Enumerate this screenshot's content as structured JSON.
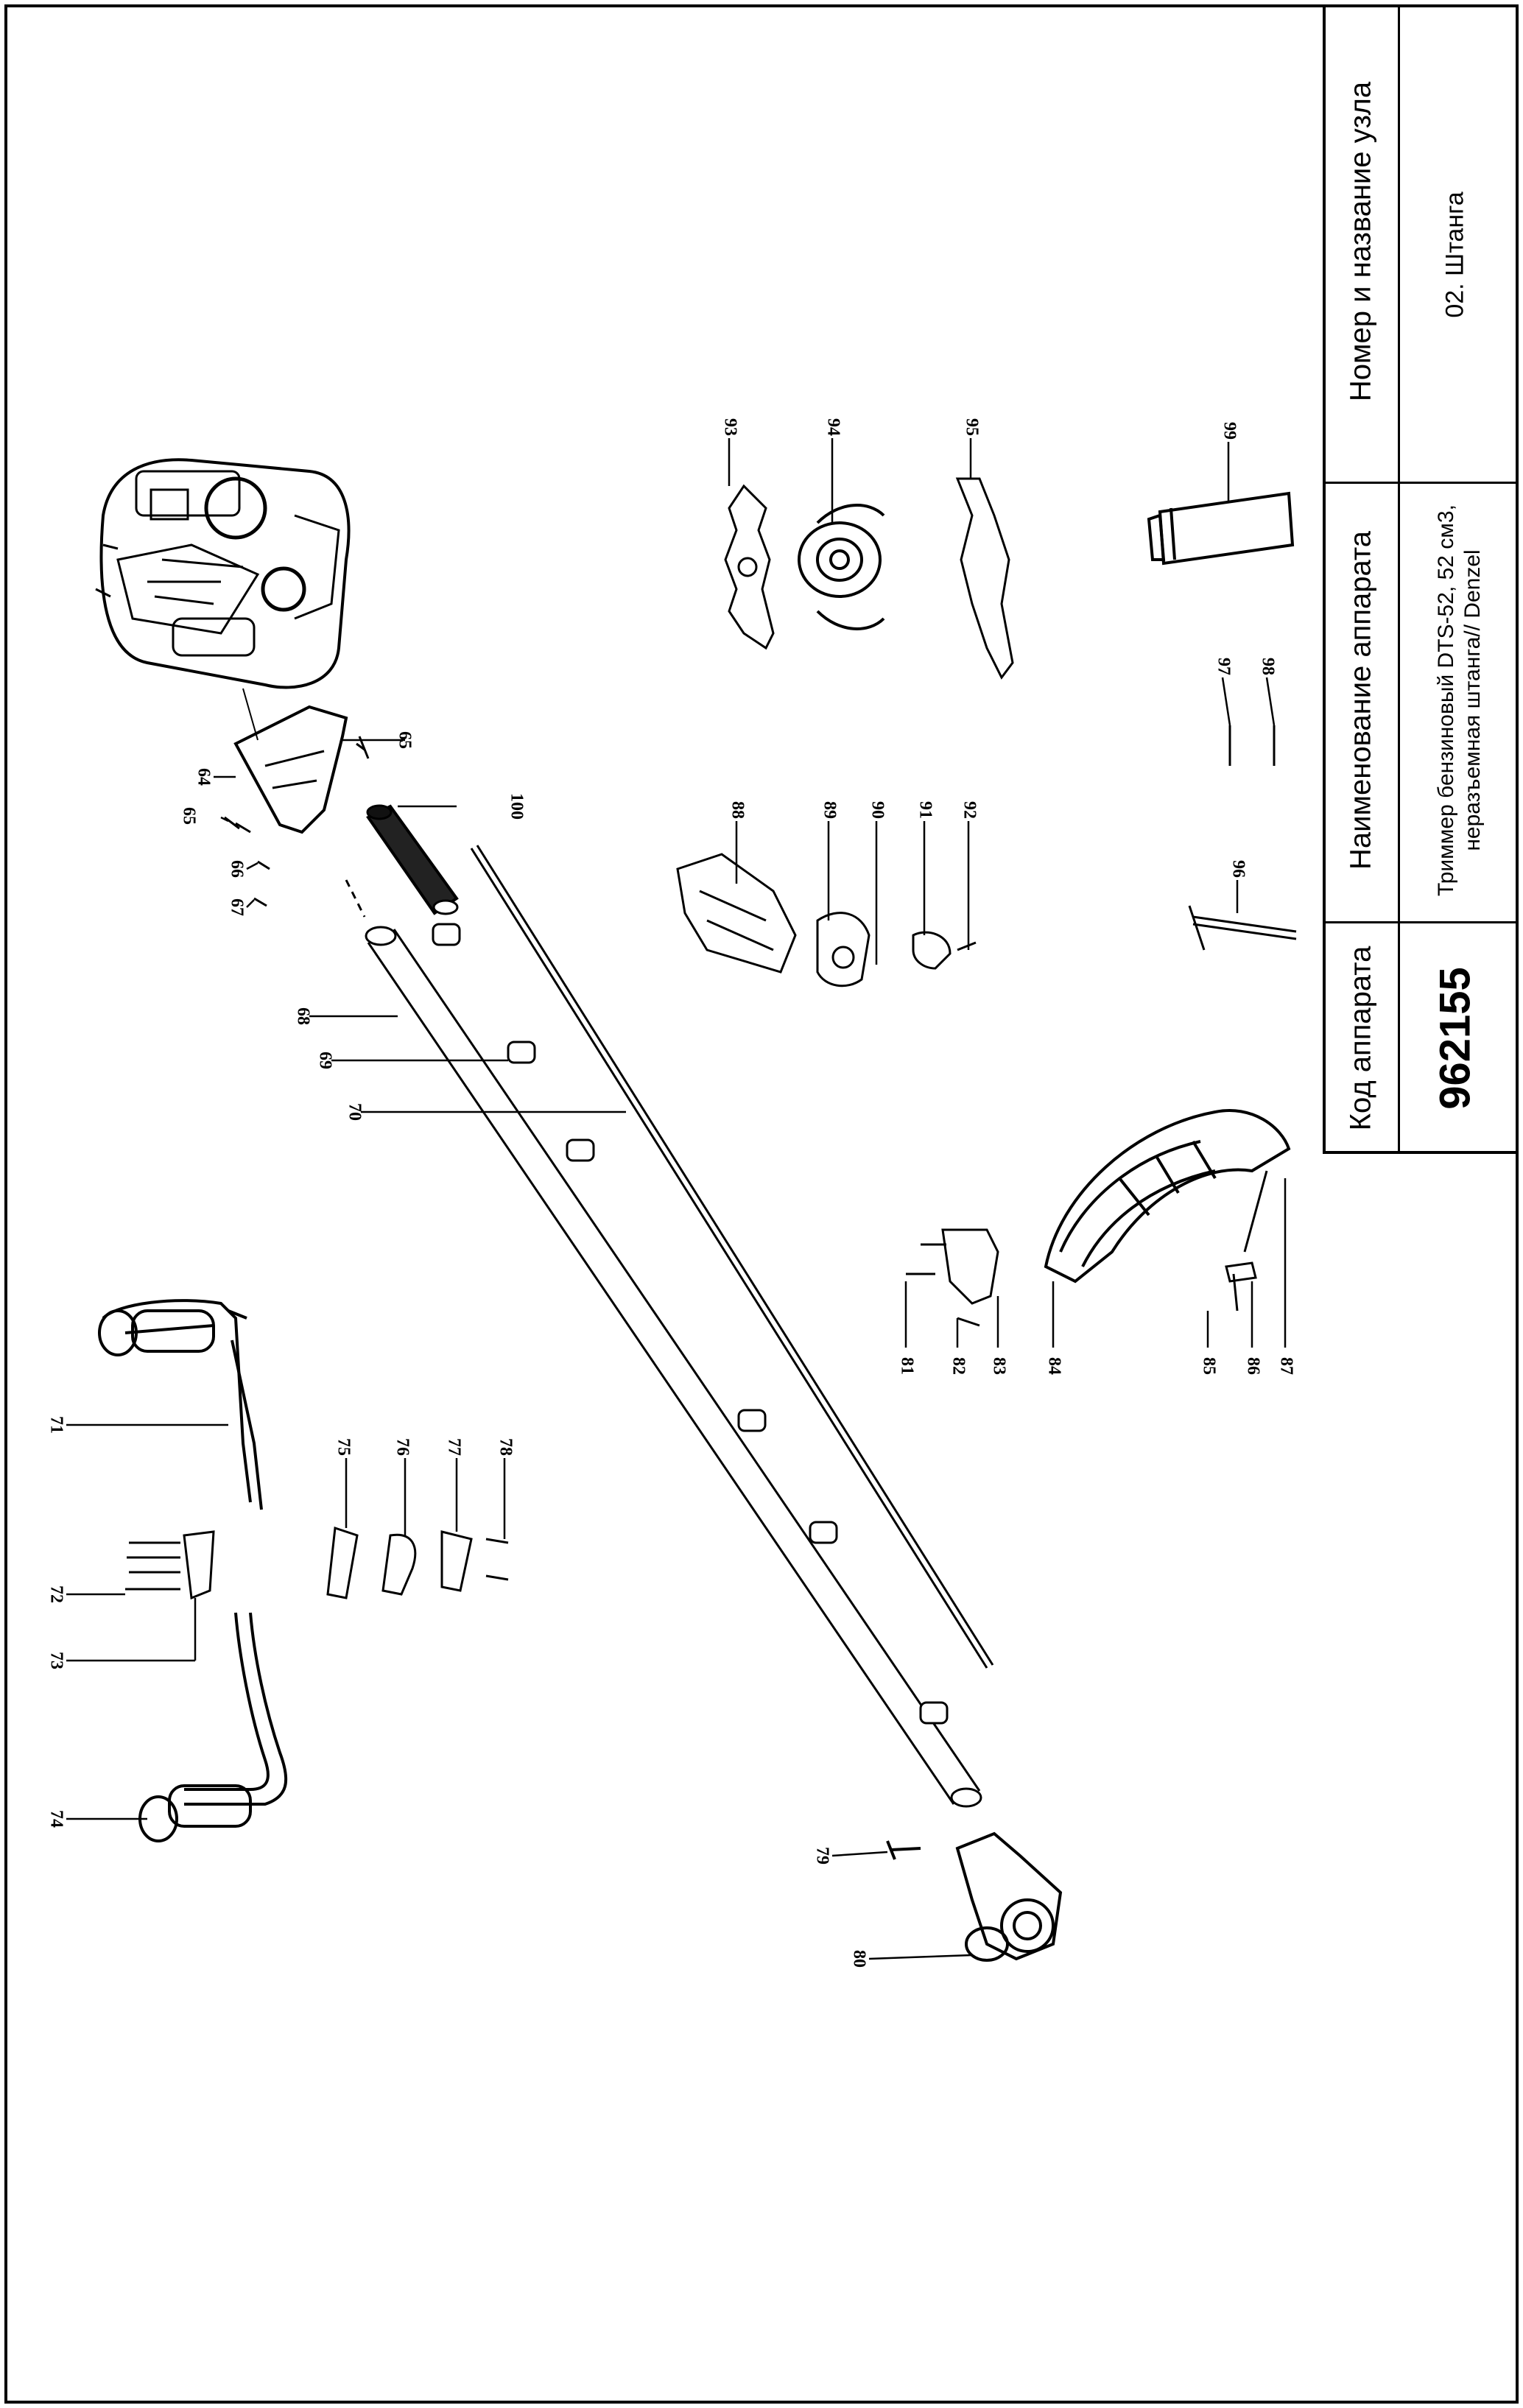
{
  "title_block": {
    "code_header": "Код аппарата",
    "name_header": "Наименование аппарата",
    "unit_header": "Номер и название узла",
    "code_value": "962155",
    "name_value_line1": "Триммер бензиновый DTS-52, 52 см3,",
    "name_value_line2": "неразъемная штанга// Denzel",
    "unit_value": "02. Штанга"
  },
  "part_labels": [
    "64",
    "65",
    "65",
    "66",
    "67",
    "68",
    "69",
    "70",
    "71",
    "72",
    "73",
    "74",
    "75",
    "76",
    "77",
    "78",
    "79",
    "80",
    "81",
    "82",
    "83",
    "84",
    "85",
    "86",
    "87",
    "88",
    "89",
    "90",
    "91",
    "92",
    "93",
    "94",
    "95",
    "96",
    "97",
    "98",
    "99",
    "100"
  ]
}
